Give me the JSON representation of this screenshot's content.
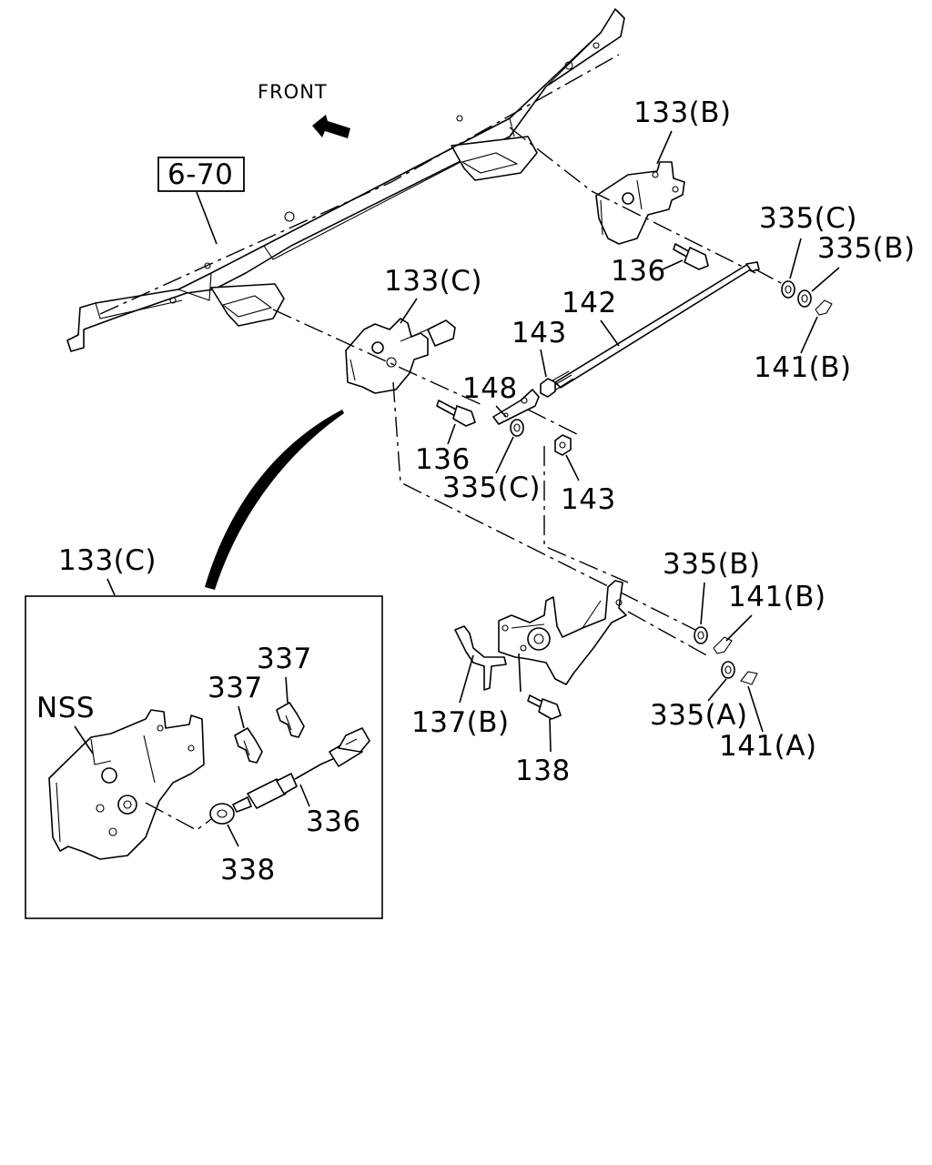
{
  "direction_label": "FRONT",
  "reference_box": "6-70",
  "callouts": {
    "c133b": "133(B)",
    "c335c_top": "335(C)",
    "c335b_top": "335(B)",
    "c136_right": "136",
    "c133c_top": "133(C)",
    "c142": "142",
    "c143_top": "143",
    "c148": "148",
    "c141b_top": "141(B)",
    "c136_left": "136",
    "c335c_mid": "335(C)",
    "c143_bot": "143",
    "c133c_inset": "133(C)",
    "c335b_low": "335(B)",
    "c141b_low": "141(B)",
    "c337a": "337",
    "c337b": "337",
    "c nss": "NSS",
    "c137b": "137(B)",
    "c335a": "335(A)",
    "c141a": "141(A)",
    "c138": "138",
    "c336": "336",
    "c338": "338"
  }
}
